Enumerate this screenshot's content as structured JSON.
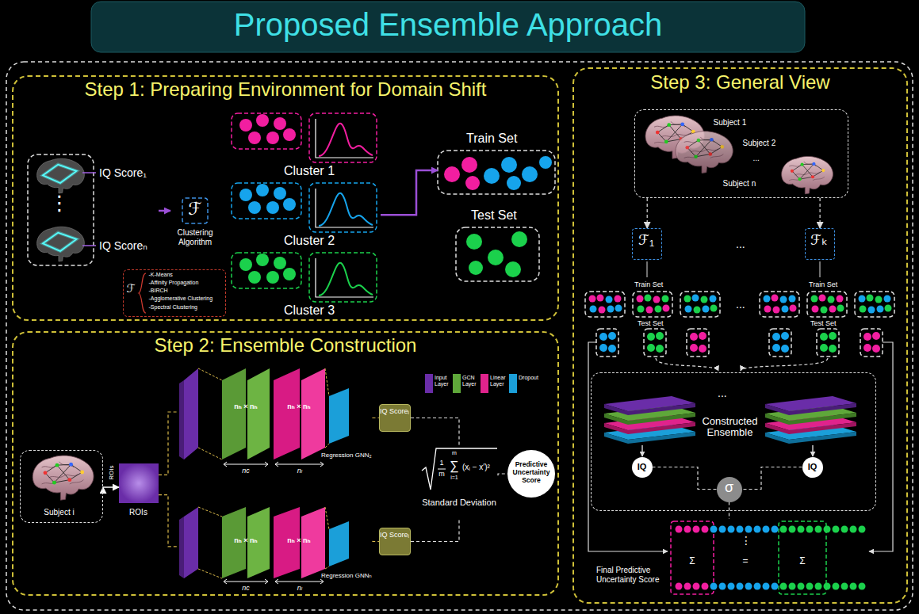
{
  "diagram": {
    "title": "Proposed Ensemble Approach",
    "nodes": [
      {
        "text": [
          "Step 1: Preparing Environment for Domain Shift"
        ]
      },
      {
        "text": [
          "IQ Score₁",
          "IQ Scoreₙ"
        ],
        "in": 0
      },
      {
        "text": [
          "ℱ",
          "Clustering Algorithm"
        ],
        "in": 0
      },
      {
        "text": [
          "Cluster 1"
        ],
        "in": 0
      },
      {
        "text": [
          "Cluster 2"
        ],
        "in": 0
      },
      {
        "text": [
          "Cluster 3"
        ],
        "in": 0
      },
      {
        "text": [
          "Train Set"
        ],
        "in": 0
      },
      {
        "text": [
          "Test Set"
        ],
        "in": 0
      },
      {
        "text": [
          "ℱ",
          "-K-Means",
          "-Affinity Propagation",
          "-BIRCH",
          "-Agglomerative Clustering",
          "-Spectral Clustering"
        ],
        "in": 0
      },
      {
        "text": [
          "Step 2: Ensemble Construction"
        ]
      },
      {
        "text": [
          "Subject i"
        ],
        "in": 9
      },
      {
        "text": [
          "ROIs"
        ],
        "in": 9
      },
      {
        "text": [
          "nₕ × nₕ",
          "nₕ × nₕ",
          "nc",
          "nₗ",
          "Regression GNN₂"
        ],
        "in": 9
      },
      {
        "text": [
          "nₕ × nₕ",
          "nₕ × nₕ",
          "nc",
          "nₗ",
          "Regression GNNₙ"
        ],
        "in": 9
      },
      {
        "text": [
          "IQ Scoreᵢ"
        ],
        "in": 9
      },
      {
        "text": [
          "IQ Scoreᵢ"
        ],
        "in": 9
      },
      {
        "text": [
          "1",
          "m",
          "m",
          "∑",
          "i=1",
          "(xᵢ − x′)²",
          "Standard Deviation"
        ],
        "in": 9
      },
      {
        "text": [
          "Predictive Uncertainty Score"
        ],
        "in": 9
      },
      {
        "text": [
          "Step 3: General View"
        ]
      },
      {
        "text": [
          "Subject 1",
          "Subject 2",
          "...",
          "Subject n"
        ],
        "in": 18
      },
      {
        "text": [
          "ℱ₁"
        ],
        "in": 18
      },
      {
        "text": [
          "ℱₖ"
        ],
        "in": 18
      },
      {
        "text": [
          "Constructed Ensemble"
        ],
        "in": 18
      },
      {
        "text": [
          "IQ"
        ],
        "in": 22
      },
      {
        "text": [
          "IQ"
        ],
        "in": 22
      },
      {
        "text": [
          "σ"
        ],
        "in": 22
      },
      {
        "text": [
          "Final Predictive Uncertainty Score"
        ],
        "in": 18
      }
    ],
    "edges": [
      {
        "from": 1,
        "to": 2,
        "arrow": "to"
      },
      {
        "from": 4,
        "to": 6,
        "arrow": "to"
      },
      {
        "from": 10,
        "to": 11,
        "arrow": "both"
      },
      {
        "from": 11,
        "to": 12,
        "arrow": "none"
      },
      {
        "from": 11,
        "to": 13,
        "arrow": "none"
      },
      {
        "from": 12,
        "to": 14,
        "arrow": "none"
      },
      {
        "from": 13,
        "to": 15,
        "arrow": "none"
      },
      {
        "from": 14,
        "to": 16,
        "arrow": "none"
      },
      {
        "from": 15,
        "to": 16,
        "arrow": "none"
      },
      {
        "from": 16,
        "to": 17,
        "arrow": "none"
      },
      {
        "from": 19,
        "to": 20,
        "arrow": "to"
      },
      {
        "from": 19,
        "to": 21,
        "arrow": "to"
      },
      {
        "from": 23,
        "to": 25,
        "arrow": "none"
      },
      {
        "from": 24,
        "to": 25,
        "arrow": "none"
      },
      {
        "from": 25,
        "to": 26,
        "arrow": "none"
      }
    ],
    "labels": [
      "⋮",
      "ROIs",
      "...",
      "Train Set",
      "Train Set",
      "Test Set",
      "Test Set",
      "...",
      "...",
      "Σ",
      "⋮",
      "=",
      "Σ"
    ],
    "legend": [
      {
        "text": "Input Layer",
        "color": "#6a2da8"
      },
      {
        "text": "GCN Layer",
        "color": "#5fa83a"
      },
      {
        "text": "Linear Layer",
        "color": "#e0238c"
      },
      {
        "text": "Dropout",
        "color": "#1b9fd9"
      }
    ]
  }
}
